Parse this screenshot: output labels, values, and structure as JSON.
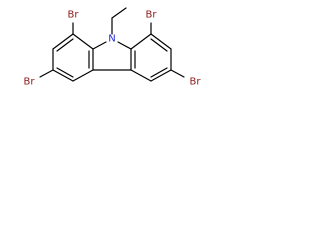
{
  "molecule": {
    "atom_labels": {
      "nitrogen": "N",
      "br_top_left": "Br",
      "br_top_right": "Br",
      "br_bottom_left": "Br",
      "br_bottom_right": "Br"
    },
    "colors": {
      "bond": "#000000",
      "bromine": "#8b1a1a",
      "nitrogen": "#1f2bd6"
    }
  }
}
